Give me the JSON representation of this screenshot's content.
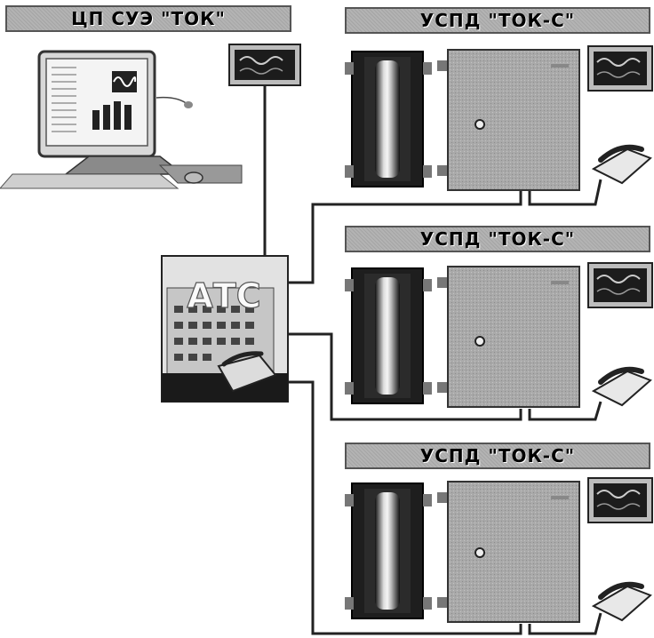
{
  "central": {
    "title": "ЦП СУЭ \"ТОК\"",
    "exchange_label": "АТС"
  },
  "substations": [
    {
      "title": "УСПД \"ТОК-С\""
    },
    {
      "title": "УСПД \"ТОК-С\""
    },
    {
      "title": "УСПД \"ТОК-С\""
    }
  ],
  "colors": {
    "line": "#222222",
    "banner": "#b3b3b3",
    "cabinet": "#a9a9a9"
  }
}
